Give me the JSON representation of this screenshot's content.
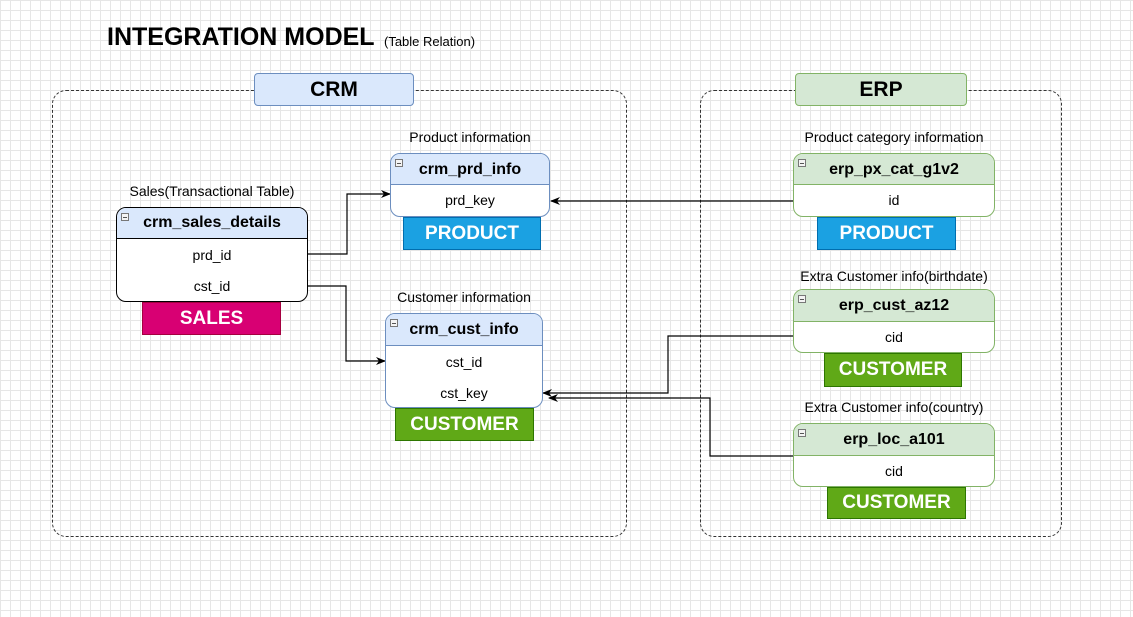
{
  "title": {
    "main": "INTEGRATION MODEL",
    "sub": "(Table Relation)"
  },
  "groups": {
    "crm": {
      "label": "CRM"
    },
    "erp": {
      "label": "ERP"
    }
  },
  "tables": {
    "crm_sales_details": {
      "caption": "Sales(Transactional Table)",
      "name": "crm_sales_details",
      "fields": [
        "prd_id",
        "cst_id"
      ],
      "tag": "SALES"
    },
    "crm_prd_info": {
      "caption": "Product information",
      "name": "crm_prd_info",
      "fields": [
        "prd_key"
      ],
      "tag": "PRODUCT"
    },
    "crm_cust_info": {
      "caption": "Customer information",
      "name": "crm_cust_info",
      "fields": [
        "cst_id",
        "cst_key"
      ],
      "tag": "CUSTOMER"
    },
    "erp_px_cat_g1v2": {
      "caption": "Product category information",
      "name": "erp_px_cat_g1v2",
      "fields": [
        "id"
      ],
      "tag": "PRODUCT"
    },
    "erp_cust_az12": {
      "caption": "Extra Customer info(birthdate)",
      "name": "erp_cust_az12",
      "fields": [
        "cid"
      ],
      "tag": "CUSTOMER"
    },
    "erp_loc_a101": {
      "caption": "Extra Customer info(country)",
      "name": "erp_loc_a101",
      "fields": [
        "cid"
      ],
      "tag": "CUSTOMER"
    }
  },
  "colors": {
    "crm_header": "#dae8fc",
    "erp_header": "#d5e8d4",
    "product_tag": "#1ba1e2",
    "sales_tag": "#d80073",
    "customer_tag": "#60a917"
  }
}
